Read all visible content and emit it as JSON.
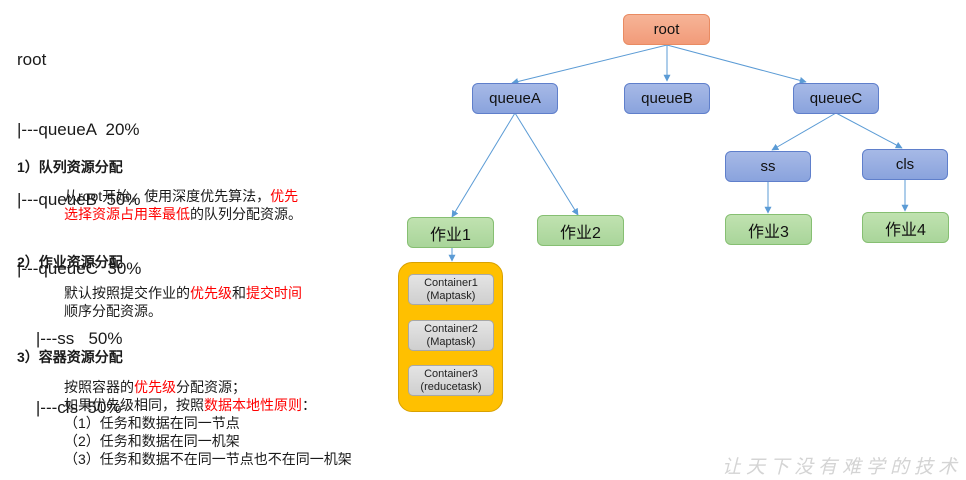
{
  "queue_tree_text": {
    "lines": [
      "root",
      "|---queueA  20%",
      "|---queueB  50%",
      "|---queueC  30%",
      "    |---ss   50%",
      "    |---cls  50%"
    ]
  },
  "sections": [
    {
      "title": "1）队列资源分配",
      "lines": [
        [
          {
            "text": "从root开始，使用深度优先算法，",
            "red": false
          },
          {
            "text": "优先",
            "red": true
          }
        ],
        [
          {
            "text": "选择资源占用率最低",
            "red": true
          },
          {
            "text": "的队列分配资源。",
            "red": false
          }
        ]
      ]
    },
    {
      "title": "2）作业资源分配",
      "lines": [
        [
          {
            "text": "默认按照提交作业的",
            "red": false
          },
          {
            "text": "优先级",
            "red": true
          },
          {
            "text": "和",
            "red": false
          },
          {
            "text": "提交时间",
            "red": true
          }
        ],
        [
          {
            "text": "顺序分配资源。",
            "red": false
          }
        ]
      ]
    },
    {
      "title": "3）容器资源分配",
      "lines": [
        [
          {
            "text": "按照容器的",
            "red": false
          },
          {
            "text": "优先级",
            "red": true
          },
          {
            "text": "分配资源；",
            "red": false
          }
        ],
        [
          {
            "text": "如果优先级相同，按照",
            "red": false
          },
          {
            "text": "数据本地性原则",
            "red": true
          },
          {
            "text": "：",
            "red": false
          }
        ],
        [
          {
            "text": "（1）任务和数据在同一节点",
            "red": false
          }
        ],
        [
          {
            "text": "（2）任务和数据在同一机架",
            "red": false
          }
        ],
        [
          {
            "text": "（3）任务和数据不在同一节点也不在同一机架",
            "red": false
          }
        ]
      ]
    }
  ],
  "diagram": {
    "nodes": {
      "root": "root",
      "queueA": "queueA",
      "queueB": "queueB",
      "queueC": "queueC",
      "ss": "ss",
      "cls": "cls",
      "job1": "作业1",
      "job2": "作业2",
      "job3": "作业3",
      "job4": "作业4"
    },
    "containers": [
      {
        "name": "Container1",
        "task": "(Maptask)"
      },
      {
        "name": "Container2",
        "task": "(Maptask)"
      },
      {
        "name": "Container3",
        "task": "(reducetask)"
      }
    ],
    "edges": [
      [
        "root",
        "queueA"
      ],
      [
        "root",
        "queueB"
      ],
      [
        "root",
        "queueC"
      ],
      [
        "queueA",
        "job1"
      ],
      [
        "queueA",
        "job2"
      ],
      [
        "queueC",
        "ss"
      ],
      [
        "queueC",
        "cls"
      ],
      [
        "ss",
        "job3"
      ],
      [
        "cls",
        "job4"
      ],
      [
        "job1",
        "containers"
      ]
    ],
    "colors": {
      "root": "#f4a582",
      "queue": "#8faadc",
      "job": "#a9d18e",
      "container_group": "#ffc000",
      "container": "#d9d9d9",
      "edge": "#5b9bd5",
      "highlight_text": "#ff0000"
    }
  },
  "watermark": "让天下没有难学的技术"
}
